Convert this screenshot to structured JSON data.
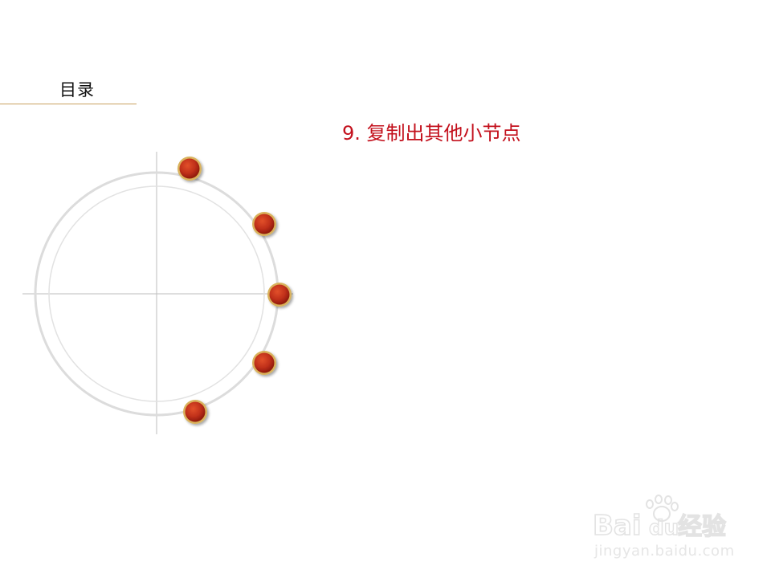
{
  "slide": {
    "toc_title": "目录",
    "step_caption": "9. 复制出其他小节点"
  },
  "diagram": {
    "node_count": 5,
    "colors": {
      "node_fill": "#c5321a",
      "node_ring": "#d9b25c",
      "circle_stroke": "#dcdcdc",
      "axis_stroke": "#bdbdbd",
      "rule": "#c9a15f",
      "caption": "#c3101c"
    }
  },
  "watermark": {
    "logo_text": "Bai du 经验",
    "url": "jingyan.baidu.com"
  }
}
